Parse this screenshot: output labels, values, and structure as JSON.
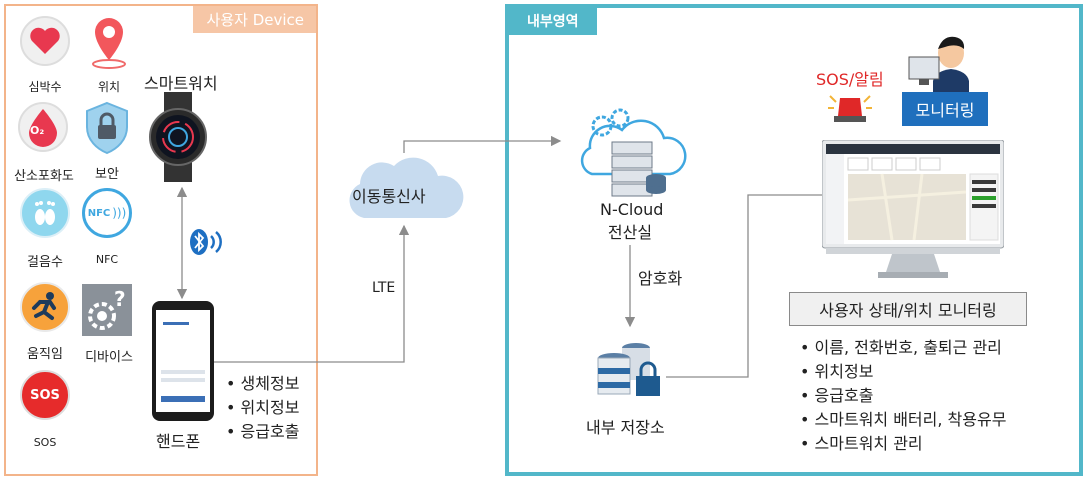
{
  "user_panel": {
    "title": "사용자 Device",
    "icons": [
      {
        "label": "심박수",
        "icon": "heart-icon"
      },
      {
        "label": "위치",
        "icon": "location-pin-icon"
      },
      {
        "label": "산소포화도",
        "icon": "oxygen-icon"
      },
      {
        "label": "보안",
        "icon": "lock-shield-icon"
      },
      {
        "label": "걸음수",
        "icon": "footprint-icon"
      },
      {
        "label": "NFC",
        "icon": "nfc-icon"
      },
      {
        "label": "움직임",
        "icon": "running-icon"
      },
      {
        "label": "디바이스",
        "icon": "device-gear-icon"
      },
      {
        "label": "SOS",
        "icon": "sos-icon"
      }
    ],
    "sos_badge": "SOS",
    "nfc_badge": "NFC",
    "o2_badge": "O₂",
    "smartwatch_label": "스마트워치",
    "phone_label": "핸드폰",
    "phone_bullets": [
      "생체정보",
      "위치정보",
      "응급호출"
    ],
    "bluetooth_icon": "bluetooth-icon"
  },
  "network": {
    "cloud_label": "이동통신사",
    "lte_label": "LTE"
  },
  "internal_panel": {
    "title": "내부영역",
    "ncloud_line1": "N-Cloud",
    "ncloud_line2": "전산실",
    "encryption_label": "암호화",
    "storage_label": "내부 저장소",
    "sos_alarm_label": "SOS/알림",
    "monitoring_badge": "모니터링",
    "monitoring_title": "사용자 상태/위치 모니터링",
    "monitoring_bullets": [
      "이름, 전화번호, 출퇴근 관리",
      "위치정보",
      "응급호출",
      "스마트워치 배터리, 착용유무",
      "스마트워치 관리"
    ]
  },
  "colors": {
    "user_border": "#f3b48a",
    "internal_border": "#52b7c9",
    "arrow": "#8c8c8c"
  }
}
